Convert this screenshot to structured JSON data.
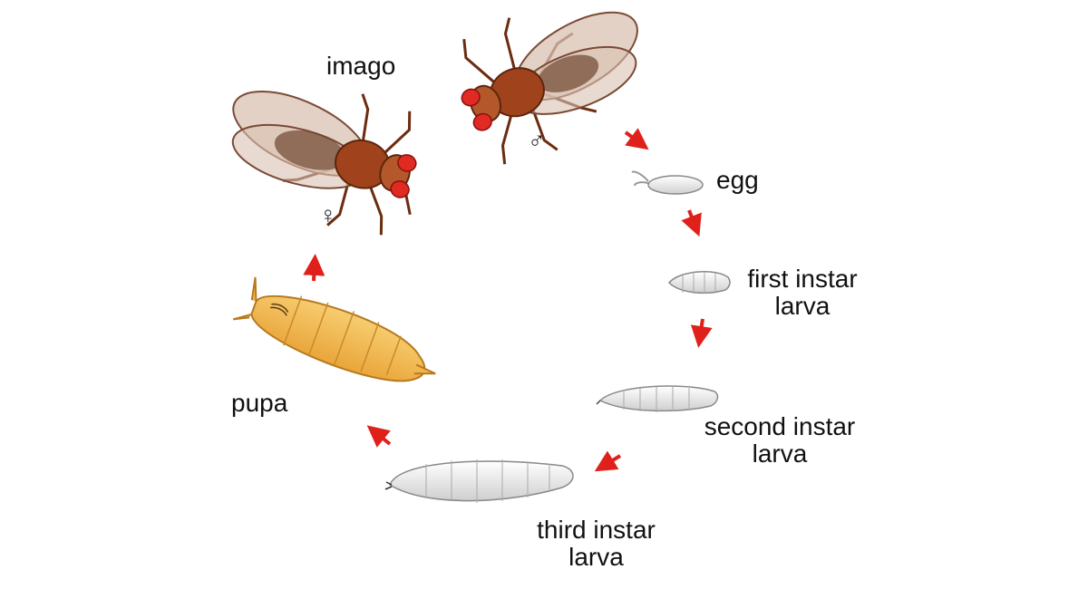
{
  "labels": {
    "imago": "imago",
    "egg": "egg",
    "first_instar": [
      "first instar",
      "larva"
    ],
    "second_instar": [
      "second instar",
      "larva"
    ],
    "third_instar": [
      "third instar",
      "larva"
    ],
    "pupa": "pupa"
  },
  "symbols": {
    "male": "♂",
    "female": "♀"
  },
  "colors": {
    "arrow": "#e0201a",
    "fly_body": "#a0431c",
    "fly_eye": "#e02a22",
    "wing": "#d8c0b0",
    "pupa": "#f2b54a",
    "larva": "#e9e9e9"
  }
}
